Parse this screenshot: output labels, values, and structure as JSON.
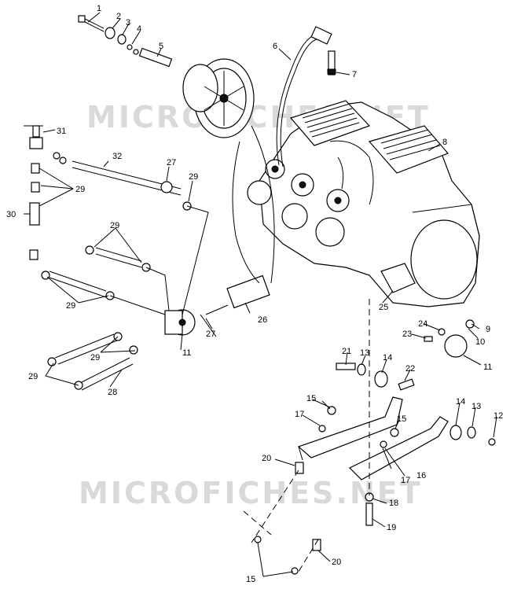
{
  "watermark": "MICROFICHES.NET",
  "callouts": {
    "c1": "1",
    "c2": "2",
    "c3": "3",
    "c4": "4",
    "c5": "5",
    "c6": "6",
    "c7": "7",
    "c8": "8",
    "c9": "9",
    "c10": "10",
    "c11a": "11",
    "c11b": "11",
    "c12": "12",
    "c13a": "13",
    "c13b": "13",
    "c14a": "14",
    "c14b": "14",
    "c15a": "15",
    "c15b": "15",
    "c15c": "15",
    "c16": "16",
    "c17a": "17",
    "c17b": "17",
    "c18": "18",
    "c19": "19",
    "c20a": "20",
    "c20b": "20",
    "c21": "21",
    "c22": "22",
    "c23": "23",
    "c24": "24",
    "c25": "25",
    "c26": "26",
    "c27a": "27",
    "c27b": "27",
    "c28": "28",
    "c29a": "29",
    "c29b": "29",
    "c29c": "29",
    "c29d": "29",
    "c29e": "29",
    "c29f": "29",
    "c30": "30",
    "c31": "31",
    "c32": "32"
  }
}
